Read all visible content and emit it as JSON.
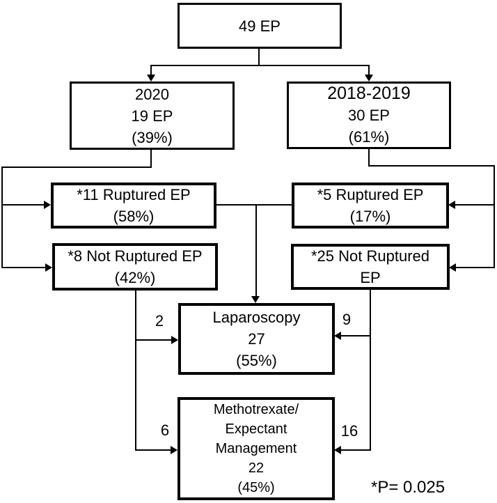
{
  "figure": {
    "type": "flowchart",
    "annotation": "*P= 0.025"
  },
  "nodes": {
    "total": {
      "lines": [
        "49 EP"
      ]
    },
    "year_2020": {
      "lines": [
        "2020",
        "19 EP",
        "(39%)"
      ]
    },
    "year_2018_2019": {
      "lines": [
        "2018-2019",
        "30 EP",
        "(61%)"
      ]
    },
    "ruptured_2020": {
      "lines": [
        "*11 Ruptured EP",
        "(58%)"
      ]
    },
    "ruptured_2018_2019": {
      "lines": [
        "*5 Ruptured EP",
        "(17%)"
      ]
    },
    "not_ruptured_2020": {
      "lines": [
        "*8 Not Ruptured EP",
        "(42%)"
      ]
    },
    "not_ruptured_2018_2019": {
      "lines": [
        "*25 Not Ruptured",
        "EP"
      ]
    },
    "laparoscopy": {
      "lines": [
        "Laparoscopy",
        "27",
        "(55%)"
      ]
    },
    "methotrexate": {
      "lines": [
        "Methotrexate/",
        "Expectant",
        "Management",
        "22",
        "(45%)"
      ]
    }
  },
  "edge_labels": {
    "nr2020_to_laparoscopy": "2",
    "nr2018_to_laparoscopy": "9",
    "nr2020_to_methotrexate": "6",
    "nr2018_to_methotrexate": "16"
  },
  "colors": {
    "background": "#ffffff",
    "line": "#000000",
    "text": "#000000"
  }
}
